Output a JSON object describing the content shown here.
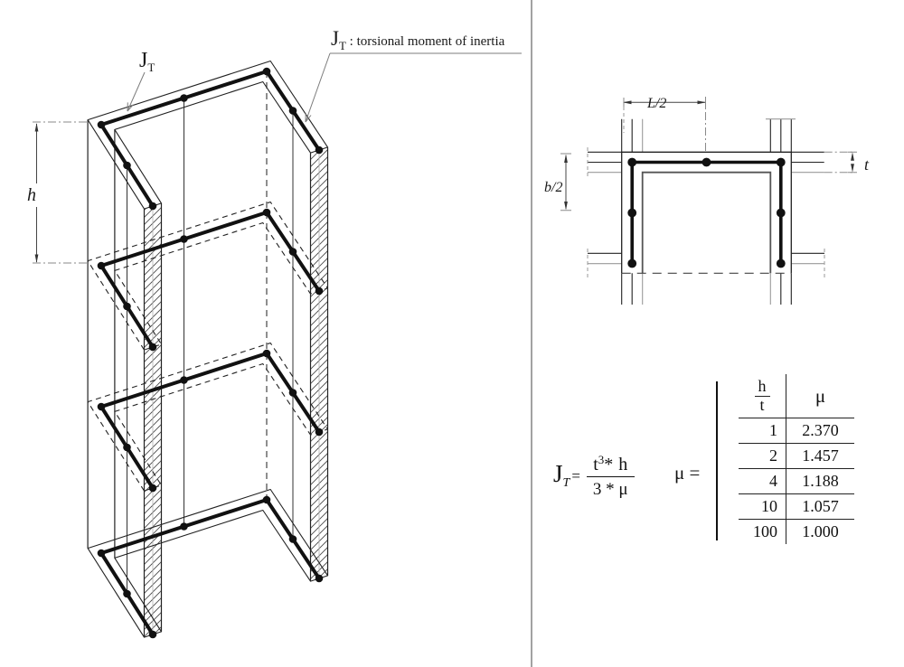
{
  "left_view": {
    "jt_label": {
      "j": "J",
      "sub": "T"
    },
    "callout": {
      "j": "J",
      "sub": "T",
      "rest": " : torsional moment of inertia"
    },
    "h_dim": "h"
  },
  "section_view": {
    "l_dim": "L/2",
    "b_dim": "b/2",
    "t_dim": "t"
  },
  "formula": {
    "j": "J",
    "j_sub": "T",
    "eq": "=",
    "num_t": "t",
    "num_exp": "3",
    "num_star": "*",
    "num_h": "h",
    "den": "3 * μ",
    "mu": "μ",
    "mu_eq": "="
  },
  "mu_table": {
    "header": {
      "num": "h",
      "den": "t",
      "mu": "μ"
    },
    "rows": [
      {
        "ht": "1",
        "mu": "2.370"
      },
      {
        "ht": "2",
        "mu": "1.457"
      },
      {
        "ht": "4",
        "mu": "1.188"
      },
      {
        "ht": "10",
        "mu": "1.057"
      },
      {
        "ht": "100",
        "mu": "1.000"
      }
    ]
  }
}
